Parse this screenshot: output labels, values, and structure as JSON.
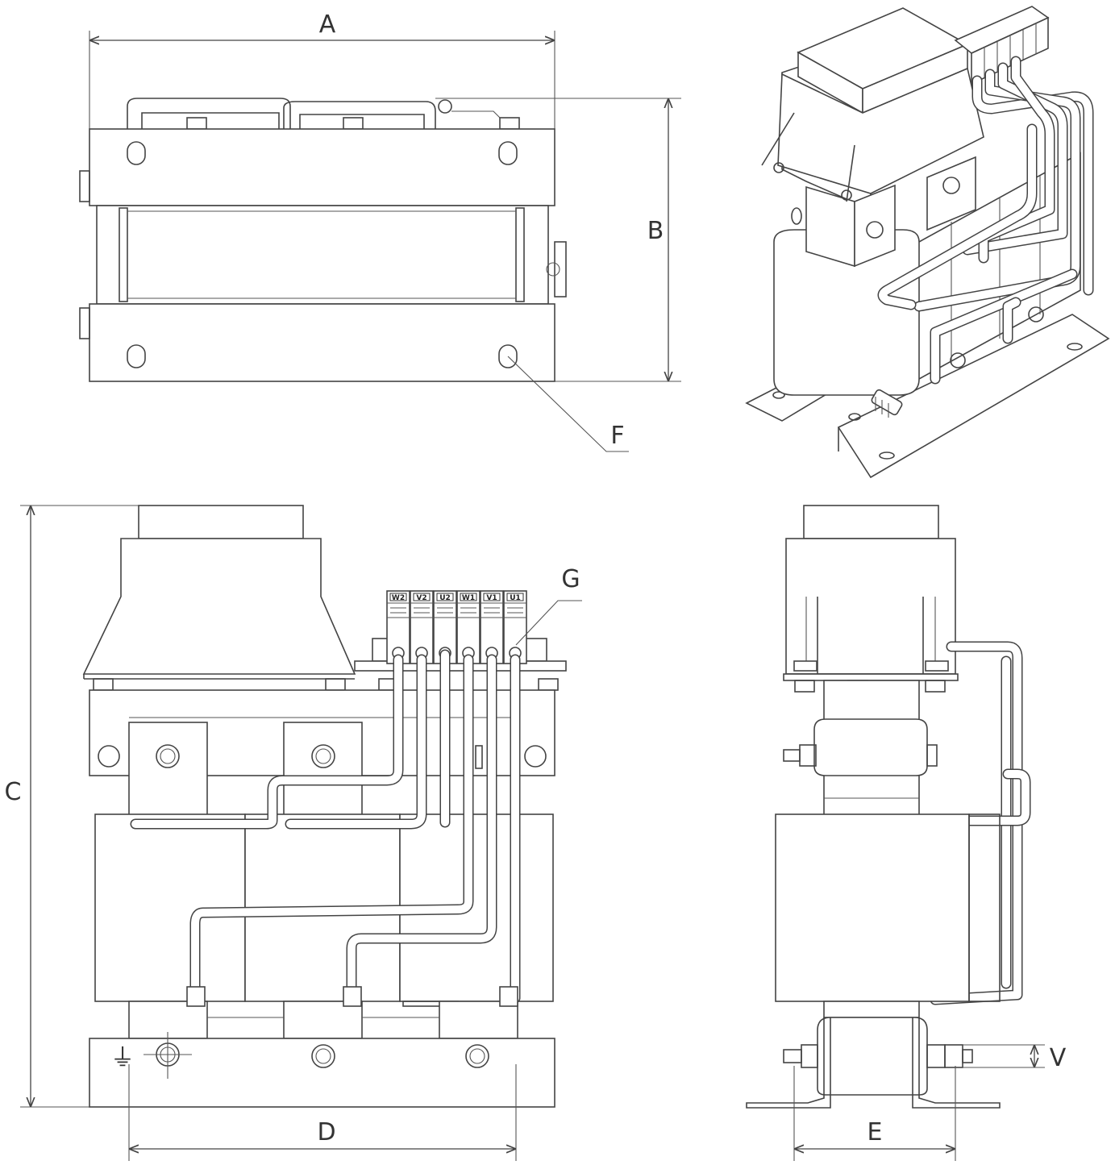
{
  "dimension_labels": {
    "A": "A",
    "B": "B",
    "C": "C",
    "D": "D",
    "E": "E",
    "F": "F",
    "G": "G",
    "V": "V"
  },
  "terminal_labels": [
    "W2",
    "V2",
    "U2",
    "W1",
    "V1",
    "U1"
  ],
  "ground_symbol": "⏚"
}
